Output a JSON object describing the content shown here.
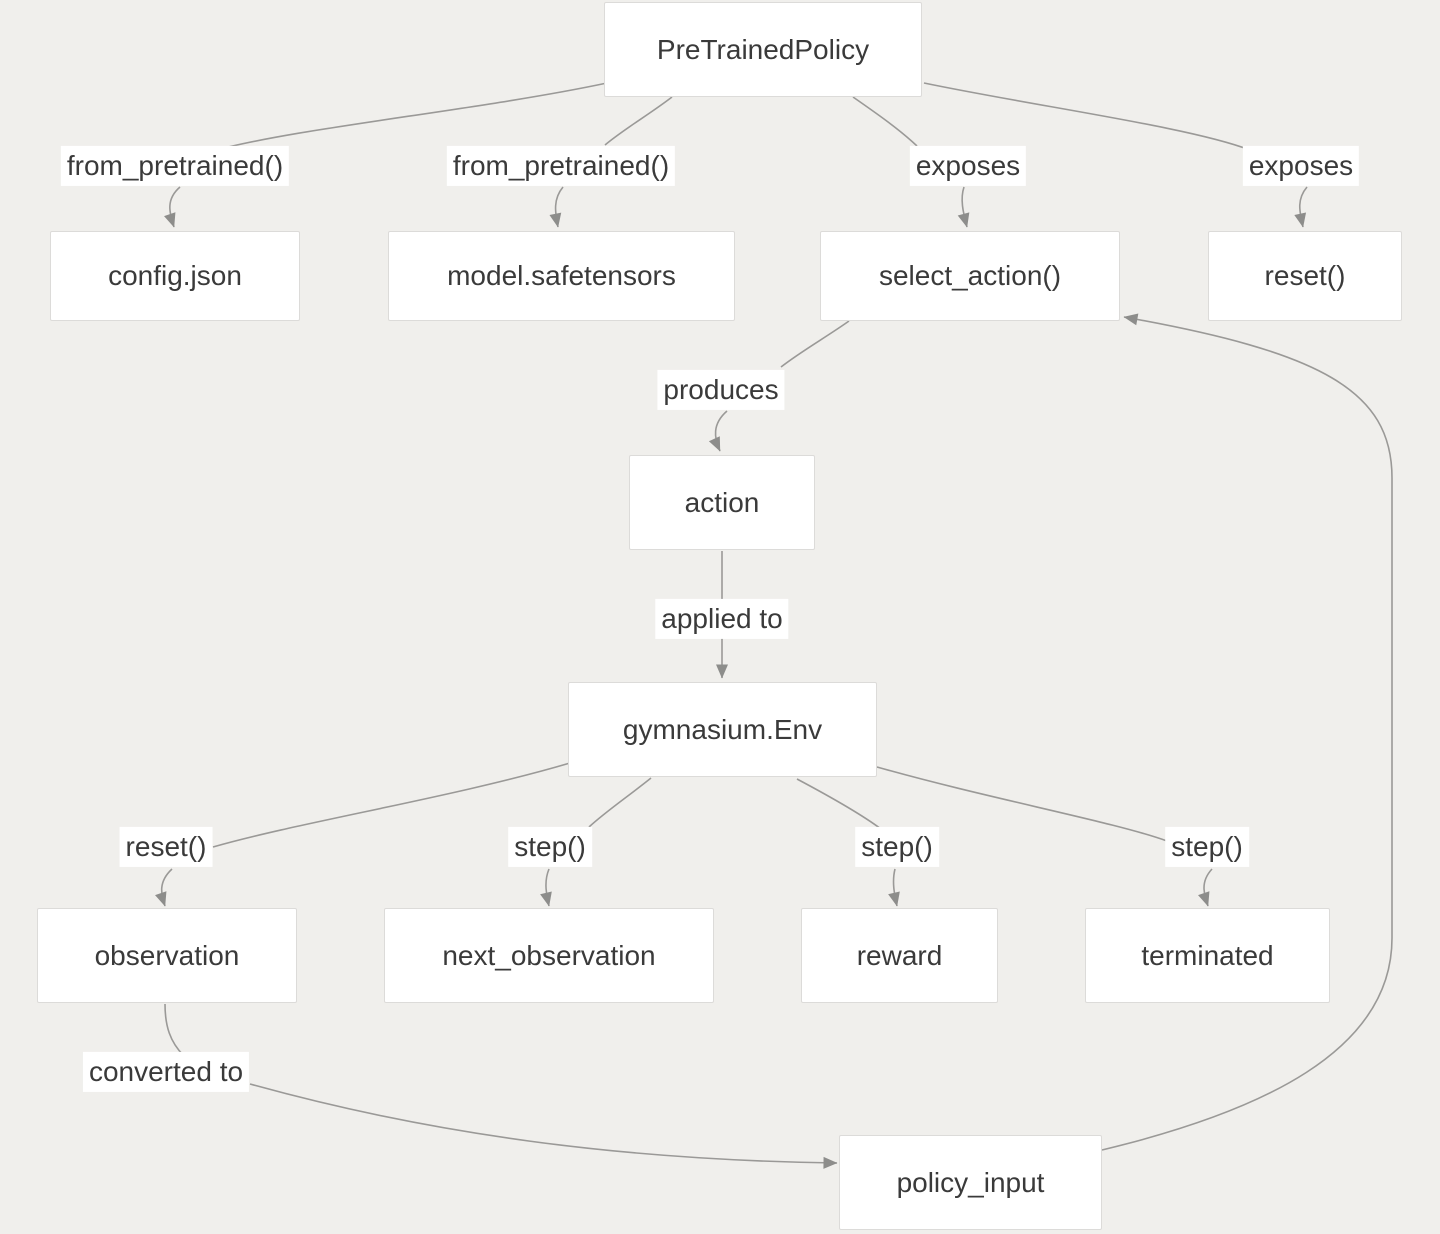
{
  "colors": {
    "background": "#f0efec",
    "node_fill": "#ffffff",
    "node_border": "#dcdbd9",
    "edge_line": "#9a9997",
    "arrowhead": "#8d8d8b",
    "text": "#3a3a3a"
  },
  "nodes": {
    "pretrained_policy": {
      "label": "PreTrainedPolicy"
    },
    "config_json": {
      "label": "config.json"
    },
    "model_safetensors": {
      "label": "model.safetensors"
    },
    "select_action": {
      "label": "select_action()"
    },
    "reset": {
      "label": "reset()"
    },
    "action": {
      "label": "action"
    },
    "gymnasium_env": {
      "label": "gymnasium.Env"
    },
    "observation": {
      "label": "observation"
    },
    "next_observation": {
      "label": "next_observation"
    },
    "reward": {
      "label": "reward"
    },
    "terminated": {
      "label": "terminated"
    },
    "policy_input": {
      "label": "policy_input"
    }
  },
  "edge_labels": {
    "from_pretrained_1": {
      "label": "from_pretrained()"
    },
    "from_pretrained_2": {
      "label": "from_pretrained()"
    },
    "exposes_1": {
      "label": "exposes"
    },
    "exposes_2": {
      "label": "exposes"
    },
    "produces": {
      "label": "produces"
    },
    "applied_to": {
      "label": "applied to"
    },
    "reset_call": {
      "label": "reset()"
    },
    "step_1": {
      "label": "step()"
    },
    "step_2": {
      "label": "step()"
    },
    "step_3": {
      "label": "step()"
    },
    "converted_to": {
      "label": "converted to"
    }
  },
  "edges": [
    {
      "from": "PreTrainedPolicy",
      "to": "config.json",
      "label": "from_pretrained()"
    },
    {
      "from": "PreTrainedPolicy",
      "to": "model.safetensors",
      "label": "from_pretrained()"
    },
    {
      "from": "PreTrainedPolicy",
      "to": "select_action()",
      "label": "exposes"
    },
    {
      "from": "PreTrainedPolicy",
      "to": "reset()",
      "label": "exposes"
    },
    {
      "from": "select_action()",
      "to": "action",
      "label": "produces"
    },
    {
      "from": "action",
      "to": "gymnasium.Env",
      "label": "applied to"
    },
    {
      "from": "gymnasium.Env",
      "to": "observation",
      "label": "reset()"
    },
    {
      "from": "gymnasium.Env",
      "to": "next_observation",
      "label": "step()"
    },
    {
      "from": "gymnasium.Env",
      "to": "reward",
      "label": "step()"
    },
    {
      "from": "gymnasium.Env",
      "to": "terminated",
      "label": "step()"
    },
    {
      "from": "observation",
      "to": "policy_input",
      "label": "converted to"
    },
    {
      "from": "policy_input",
      "to": "select_action()",
      "label": ""
    }
  ]
}
